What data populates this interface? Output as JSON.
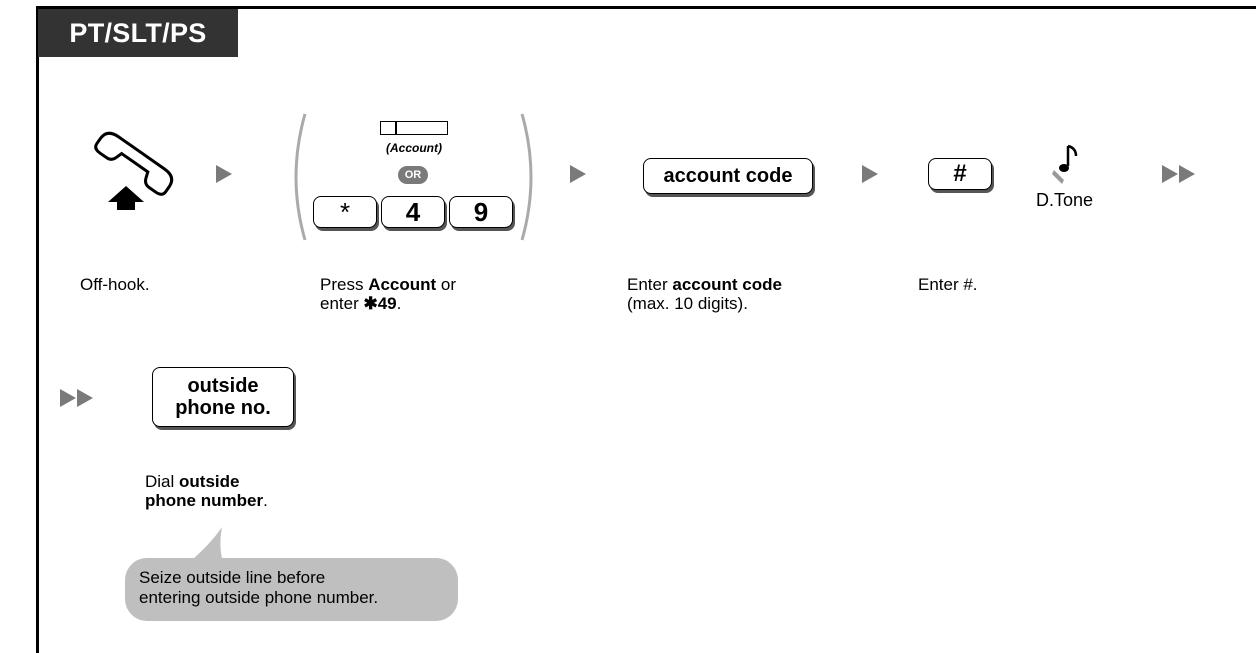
{
  "header": {
    "title": "PT/SLT/PS"
  },
  "icons": {
    "handset": "off-hook-handset-icon",
    "arrow": "right-triangle-arrow",
    "double_arrow": "double-right-triangle-arrow",
    "tone": "musical-note-icon"
  },
  "steps": [
    {
      "label": "Off-hook."
    },
    {
      "account_key_label": "(Account)",
      "or_label": "OR",
      "keys": [
        "*",
        "4",
        "9"
      ],
      "label_prefix": "Press ",
      "label_bold": "Account",
      "label_mid": " or",
      "label_line2_prefix": "enter ",
      "label_line2_bold": "✱49",
      "label_line2_suffix": "."
    },
    {
      "key": "account code",
      "label_prefix": "Enter ",
      "label_bold": "account code",
      "label_line2": "(max. 10 digits)."
    },
    {
      "key": "#",
      "tone": "D.Tone",
      "label": "Enter #."
    },
    {
      "key_line1": "outside",
      "key_line2": "phone no.",
      "label_prefix": "Dial ",
      "label_bold": "outside",
      "label_line2_bold": "phone number",
      "label_line2_suffix": "."
    }
  ],
  "note": {
    "line1": "Seize outside line before",
    "line2": "entering outside phone number."
  },
  "colors": {
    "header_bg": "#333333",
    "arrow": "#7a7a7a",
    "bubble": "#bfbfbf"
  }
}
